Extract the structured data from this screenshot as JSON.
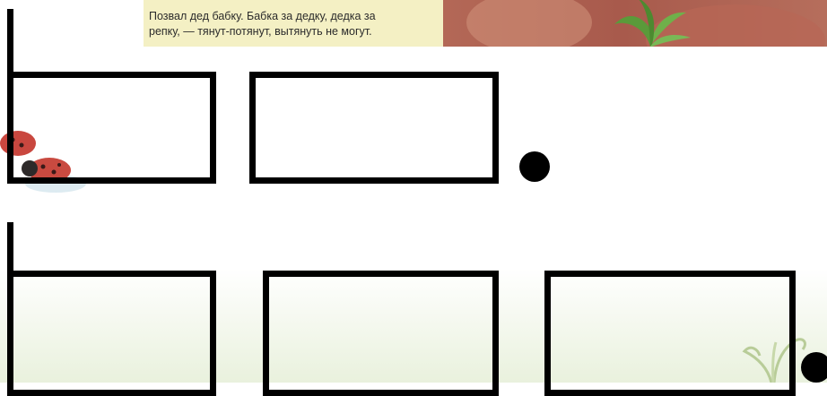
{
  "caption": {
    "line1": "Позвал дед бабку. Бабка за дедку, дедка за",
    "line2": "репку, — тянут-потянут, вытянуть не могут."
  },
  "diagram": {
    "sentences": [
      {
        "word_count": 2,
        "ending": "period"
      },
      {
        "word_count": 3,
        "ending": "period"
      }
    ]
  },
  "colors": {
    "caption_background": "#f4f0c4",
    "illustration": "#b56a58",
    "scheme_lines": "#000000"
  },
  "icons": [
    "ladybug-icon",
    "leaves-icon",
    "sprout-icon"
  ]
}
